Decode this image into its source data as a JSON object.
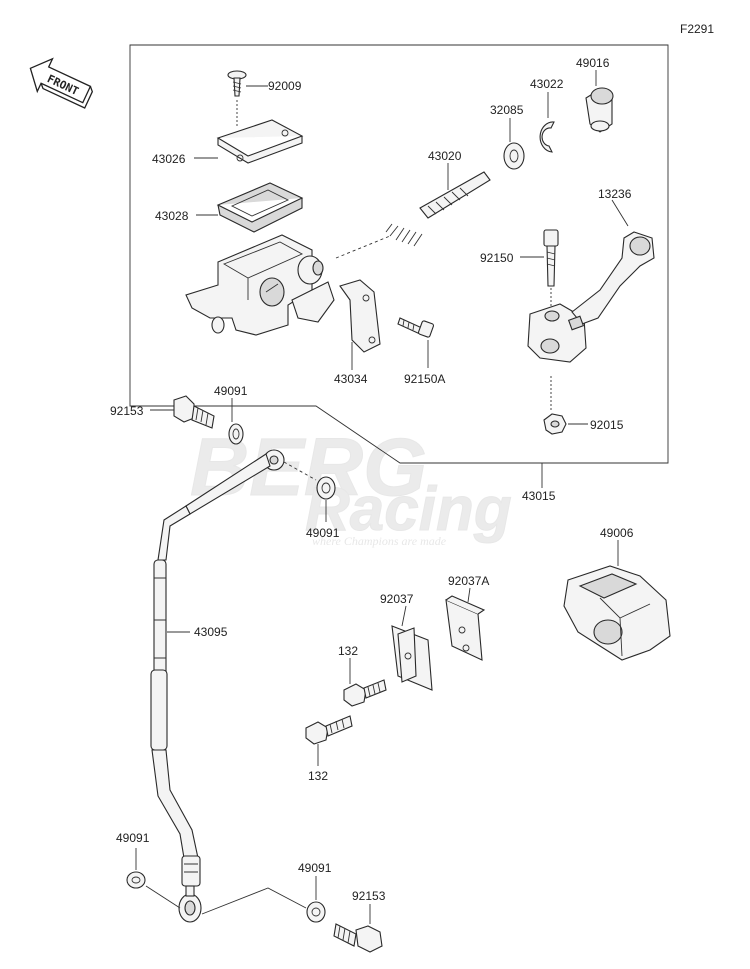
{
  "figure_code": "F2291",
  "front_label": "FRONT",
  "watermark": {
    "line1": "BERG",
    "line2": "Racing",
    "tagline": "where Champions are made"
  },
  "parts": {
    "p92009": "92009",
    "p43026": "43026",
    "p43028": "43028",
    "p43020": "43020",
    "p32085": "32085",
    "p43022": "43022",
    "p49016": "49016",
    "p13236": "13236",
    "p92150": "92150",
    "p43034": "43034",
    "p92150A": "92150A",
    "p92015": "92015",
    "p43015": "43015",
    "p92153_top": "92153",
    "p49091_a": "49091",
    "p49091_b": "49091",
    "p43095": "43095",
    "p49006": "49006",
    "p92037": "92037",
    "p92037A": "92037A",
    "p132_a": "132",
    "p132_b": "132",
    "p49091_c": "49091",
    "p49091_d": "49091",
    "p92153_bottom": "92153"
  }
}
